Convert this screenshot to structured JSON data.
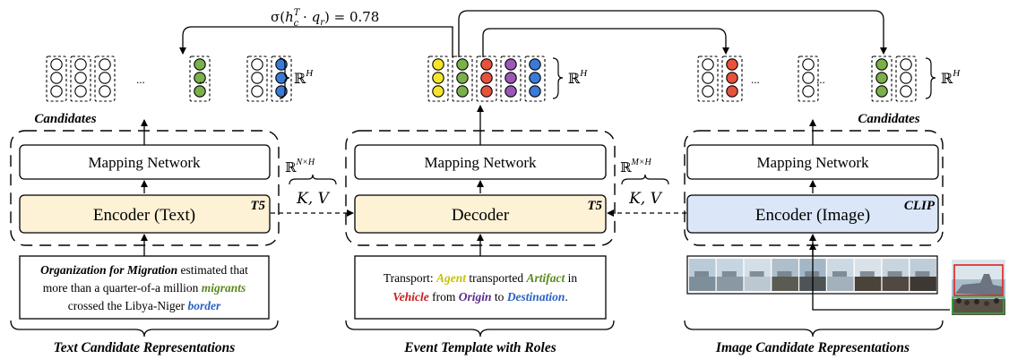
{
  "formula": "σ(h_c^T · q_r) = 0.78",
  "formula_parts": {
    "sigma": "σ(",
    "h": "h",
    "sup": "T",
    "sub": "c",
    "dot": " · ",
    "q": "q",
    "qsub": "r",
    "tail": ") = 0.78"
  },
  "real_space": {
    "R": "ℝ",
    "H": "H"
  },
  "kv_text": {
    "dim": "N×H",
    "kv": "K, V"
  },
  "kv_image": {
    "dim": "M×H",
    "kv": "K, V"
  },
  "ellipsis": "...",
  "candidates_label": "Candidates",
  "left": {
    "mapping": "Mapping Network",
    "encoder": "Encoder (Text)",
    "model_tag": "T5",
    "text_lines": [
      {
        "parts": [
          {
            "t": "Organization for Migration",
            "style": "bi",
            "color": "#000000"
          },
          {
            "t": " estimated that",
            "style": "n",
            "color": "#000000"
          }
        ]
      },
      {
        "parts": [
          {
            "t": "more than a quarter-of-a million ",
            "style": "n",
            "color": "#000000"
          },
          {
            "t": "migrants",
            "style": "bi",
            "color": "#5a8a1e"
          }
        ]
      },
      {
        "parts": [
          {
            "t": "crossed the Libya-Niger ",
            "style": "n",
            "color": "#000000"
          },
          {
            "t": "border",
            "style": "bi",
            "color": "#2a62c4"
          }
        ]
      }
    ],
    "caption": "Text Candidate Representations"
  },
  "middle": {
    "mapping": "Mapping Network",
    "decoder": "Decoder",
    "model_tag": "T5",
    "text_lines": [
      {
        "parts": [
          {
            "t": "Transport: ",
            "style": "n",
            "color": "#000000"
          },
          {
            "t": "Agent",
            "style": "bi",
            "color": "#c8c000"
          },
          {
            "t": " transported ",
            "style": "n",
            "color": "#000000"
          },
          {
            "t": "Artifact",
            "style": "bi",
            "color": "#5a8a1e"
          },
          {
            "t": " in",
            "style": "n",
            "color": "#000000"
          }
        ]
      },
      {
        "parts": [
          {
            "t": "Vehicle",
            "style": "bi",
            "color": "#c81e1e"
          },
          {
            "t": " from ",
            "style": "n",
            "color": "#000000"
          },
          {
            "t": "Origin",
            "style": "bi",
            "color": "#5a2a8a"
          },
          {
            "t": " to ",
            "style": "n",
            "color": "#000000"
          },
          {
            "t": "Destination",
            "style": "bi",
            "color": "#2a62c4"
          },
          {
            "t": ".",
            "style": "n",
            "color": "#000000"
          }
        ]
      }
    ],
    "caption": "Event Template with Roles"
  },
  "right": {
    "mapping": "Mapping Network",
    "encoder": "Encoder (Image)",
    "model_tag": "CLIP",
    "caption": "Image Candidate Representations"
  },
  "colors": {
    "encoder_text_fill": "#fdf1d6",
    "encoder_image_fill": "#dbe7f8",
    "yellow": "#f5e52a",
    "green": "#7bb04a",
    "red": "#e6523c",
    "purple": "#9b59b6",
    "blue": "#3a7bd5",
    "white": "#ffffff"
  },
  "token_groups": [
    {
      "group": "left",
      "columns": [
        [
          "white",
          "white",
          "white"
        ],
        [
          "white",
          "white",
          "white"
        ],
        [
          "white",
          "white",
          "white"
        ],
        [
          "green",
          "green",
          "green"
        ],
        [
          "white",
          "white",
          "white"
        ],
        [
          "blue",
          "blue",
          "blue"
        ]
      ]
    },
    {
      "group": "middle",
      "columns": [
        [
          "yellow",
          "yellow",
          "yellow"
        ],
        [
          "green",
          "green",
          "green"
        ],
        [
          "red",
          "red",
          "red"
        ],
        [
          "purple",
          "purple",
          "purple"
        ],
        [
          "blue",
          "blue",
          "blue"
        ]
      ]
    },
    {
      "group": "right",
      "columns": [
        [
          "white",
          "white",
          "white"
        ],
        [
          "red",
          "red",
          "red"
        ],
        [
          "white",
          "white",
          "white"
        ],
        [
          "green",
          "green",
          "green"
        ],
        [
          "white",
          "white",
          "white"
        ]
      ]
    }
  ]
}
